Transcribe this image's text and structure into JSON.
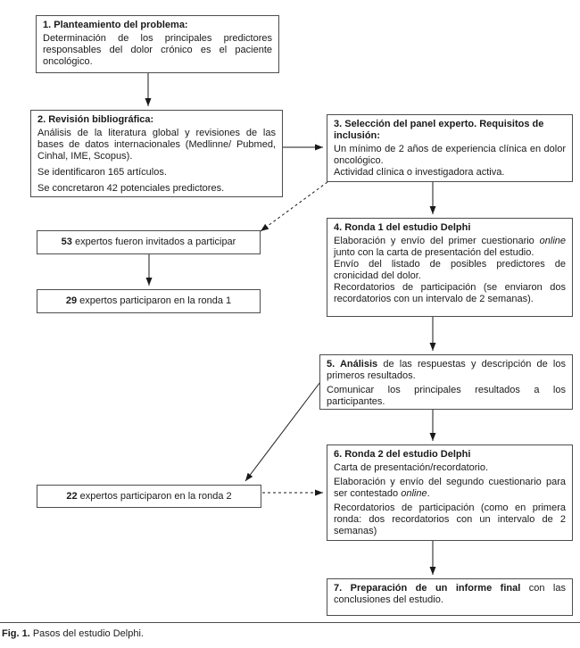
{
  "colors": {
    "border": "#4d4d4d",
    "text": "#1a1a1a",
    "background": "#ffffff"
  },
  "boxes": {
    "step1": {
      "title": "1. Planteamiento del problema:",
      "p1": "Determinación de los principales predictores responsables del dolor crónico es el paciente oncológico."
    },
    "step2": {
      "title": "2. Revisión bibliográfica:",
      "p1": "Análisis de la literatura global y revisiones de las bases de datos internacionales (Medlinne/ Pubmed, Cinhal, IME, Scopus).",
      "p2": "Se identificaron 165 artículos.",
      "p3": "Se concretaron 42 potenciales predictores."
    },
    "step3": {
      "title": "3. Selección del panel experto. Requisitos de inclusión:",
      "p1": "Un mínimo de 2 años de experiencia clínica en dolor oncológico.",
      "p2": "Actividad clínica o investigadora activa."
    },
    "step4": {
      "title": "4. Ronda 1 del estudio Delphi",
      "p1a": "Elaboración y envío del primer cuestionario ",
      "p1_italic": "online",
      "p1b": " junto con la carta de presentación del estudio.",
      "p2": "Envío del listado de posibles predictores de cronicidad del dolor.",
      "p3": "Recordatorios de participación (se enviaron dos recordatorios con un intervalo de 2 semanas)."
    },
    "step5": {
      "title_bold": "5. Análisis",
      "p1_rest": " de las respuestas y descripción de los primeros resultados.",
      "p2": "Comunicar los principales resultados a los participantes."
    },
    "step6": {
      "title": "6. Ronda 2 del estudio Delphi",
      "p1": "Carta de presentación/recordatorio.",
      "p2a": "Elaboración y envío del segundo cuestionario para ser contestado ",
      "p2_italic": "online",
      "p2b": ".",
      "p3": "Recordatorios de participación (como en primera ronda: dos recordatorios con un intervalo de 2 semanas)"
    },
    "step7": {
      "title_bold": "7. Preparación de un informe final",
      "p1_rest": " con las conclusiones del estudio."
    },
    "experts_invited": {
      "number": "53",
      "text": " expertos fueron invitados a participar"
    },
    "experts_round1": {
      "number": "29",
      "text": " expertos participaron en la ronda 1"
    },
    "experts_round2": {
      "number": "22",
      "text": " expertos participaron en la ronda 2"
    }
  },
  "caption": {
    "label": "Fig. 1.",
    "text": " Pasos del estudio Delphi."
  }
}
